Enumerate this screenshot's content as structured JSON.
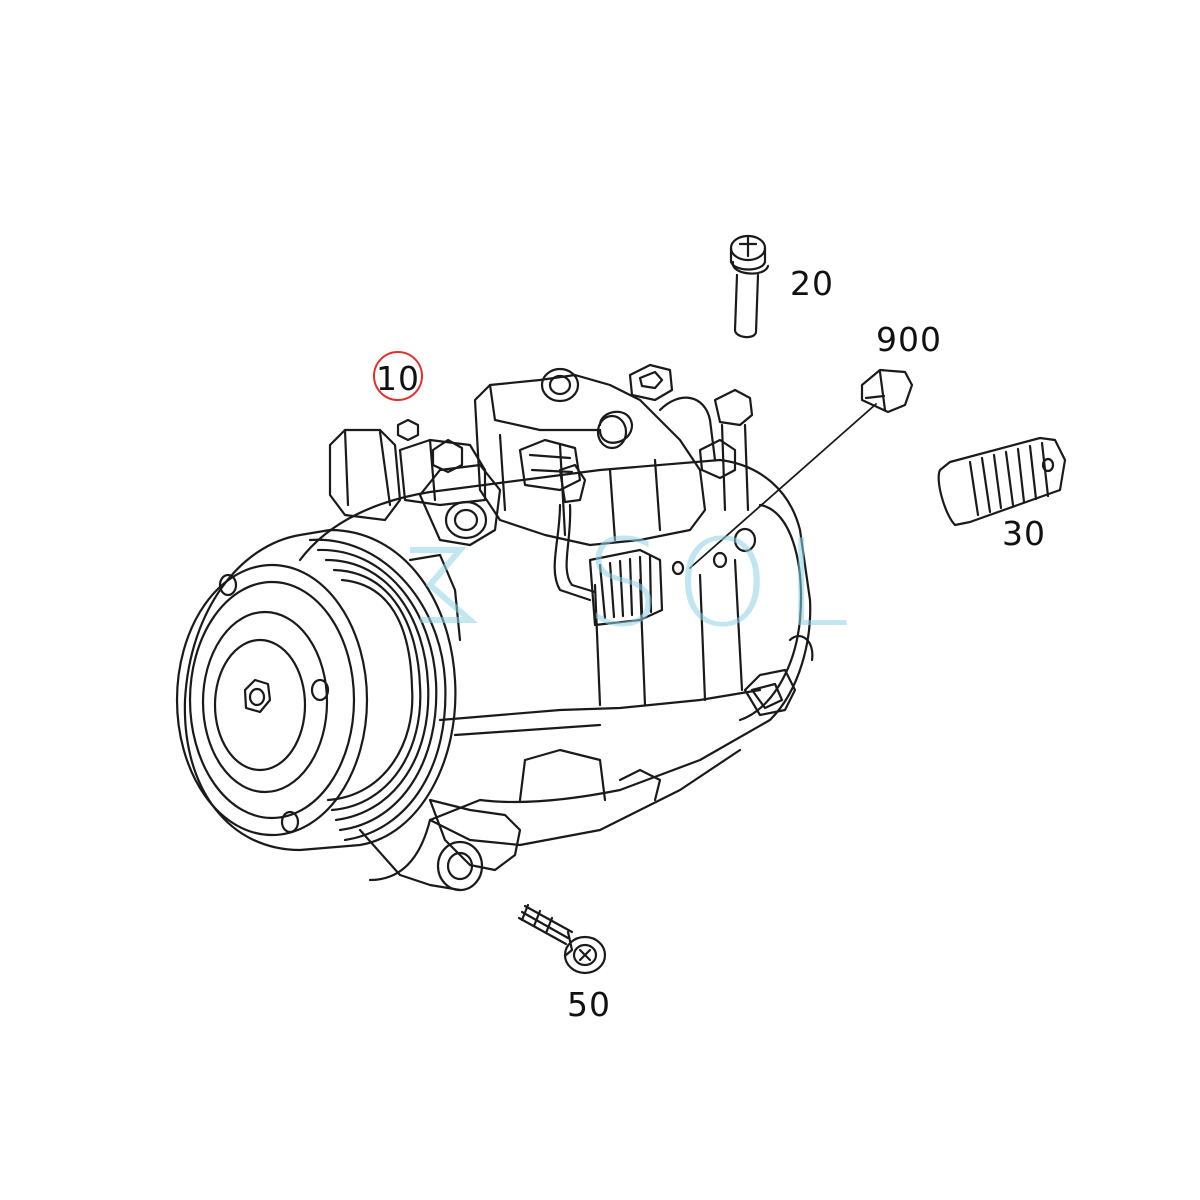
{
  "callouts": {
    "compressor": "10",
    "top_bolt": "20",
    "sensor": "900",
    "valve": "30",
    "bottom_bolt": "50"
  },
  "watermark": {
    "text": "SOL",
    "color": "#8fd3e6"
  },
  "colors": {
    "line": "#1a1a1a",
    "highlight_circle": "#e03030",
    "background": "#ffffff"
  }
}
